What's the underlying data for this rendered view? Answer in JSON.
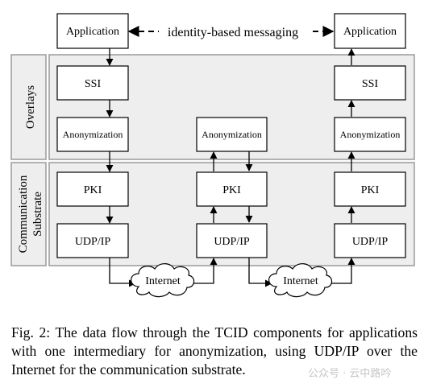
{
  "diagram": {
    "layers": [
      {
        "id": "overlays",
        "label": "Overlays"
      },
      {
        "id": "substrate",
        "label_line1": "Communication",
        "label_line2": "Substrate"
      }
    ],
    "nodes": {
      "app_left": "Application",
      "app_right": "Application",
      "ssi_left": "SSI",
      "ssi_right": "SSI",
      "anon_left": "Anonymization",
      "anon_mid": "Anonymization",
      "anon_right": "Anonymization",
      "pki_left": "PKI",
      "pki_mid": "PKI",
      "pki_right": "PKI",
      "udp_left": "UDP/IP",
      "udp_mid": "UDP/IP",
      "udp_right": "UDP/IP"
    },
    "clouds": {
      "internet_1": "Internet",
      "internet_2": "Internet"
    },
    "messaging_label": "identity-based messaging",
    "colors": {
      "panel_fill": "#eeeeee",
      "panel_border": "#9a9a9a",
      "box_fill": "#ffffff",
      "ink": "#000000"
    }
  },
  "caption": {
    "text": "Fig. 2: The data flow through the TCID components for applications with one intermediary for anonymization, using UDP/IP over the Internet for the communication substrate."
  },
  "watermark": {
    "text": "公众号 · 云中路吟"
  }
}
